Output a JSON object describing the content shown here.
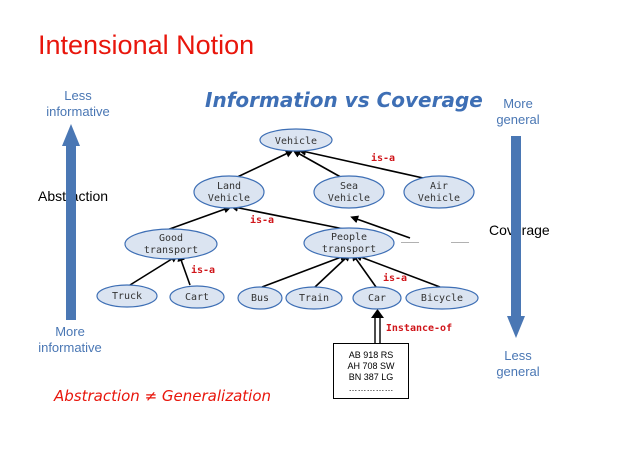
{
  "title": "Intensional Notion",
  "subtitle": "Information vs Coverage",
  "left_axis": {
    "top_label_1": "Less",
    "top_label_2": "informative",
    "middle_label": "Abstraction",
    "bottom_label_1": "More",
    "bottom_label_2": "informative"
  },
  "right_axis": {
    "top_label_1": "More",
    "top_label_2": "general",
    "middle_label": "Coverage",
    "bottom_label_1": "Less",
    "bottom_label_2": "general"
  },
  "footer": "Abstraction ≠ Generalization",
  "nodes": {
    "vehicle": "Vehicle",
    "land_1": "Land",
    "land_2": "Vehicle",
    "sea_1": "Sea",
    "sea_2": "Vehicle",
    "air_1": "Air",
    "air_2": "Vehicle",
    "good_1": "Good",
    "good_2": "transport",
    "people_1": "People",
    "people_2": "transport",
    "truck": "Truck",
    "cart": "Cart",
    "bus": "Bus",
    "train": "Train",
    "car": "Car",
    "bicycle": "Bicycle",
    "dots_1": "___",
    "dots_2": "___"
  },
  "relations": {
    "isa_top": "is-a",
    "isa_land": "is-a",
    "isa_good": "is-a",
    "isa_people": "is-a",
    "instance_of": "Instance-of"
  },
  "plates": [
    "AB 918 RS",
    "AH 708 SW",
    "BN 387 LG",
    "……………"
  ],
  "colors": {
    "title": "#e8160c",
    "subtitle": "#3e6fb5",
    "node_fill": "#dbe4f1",
    "node_stroke": "#3e6fb5",
    "arrow": "#4a77b4",
    "relation": "#d0161b"
  }
}
